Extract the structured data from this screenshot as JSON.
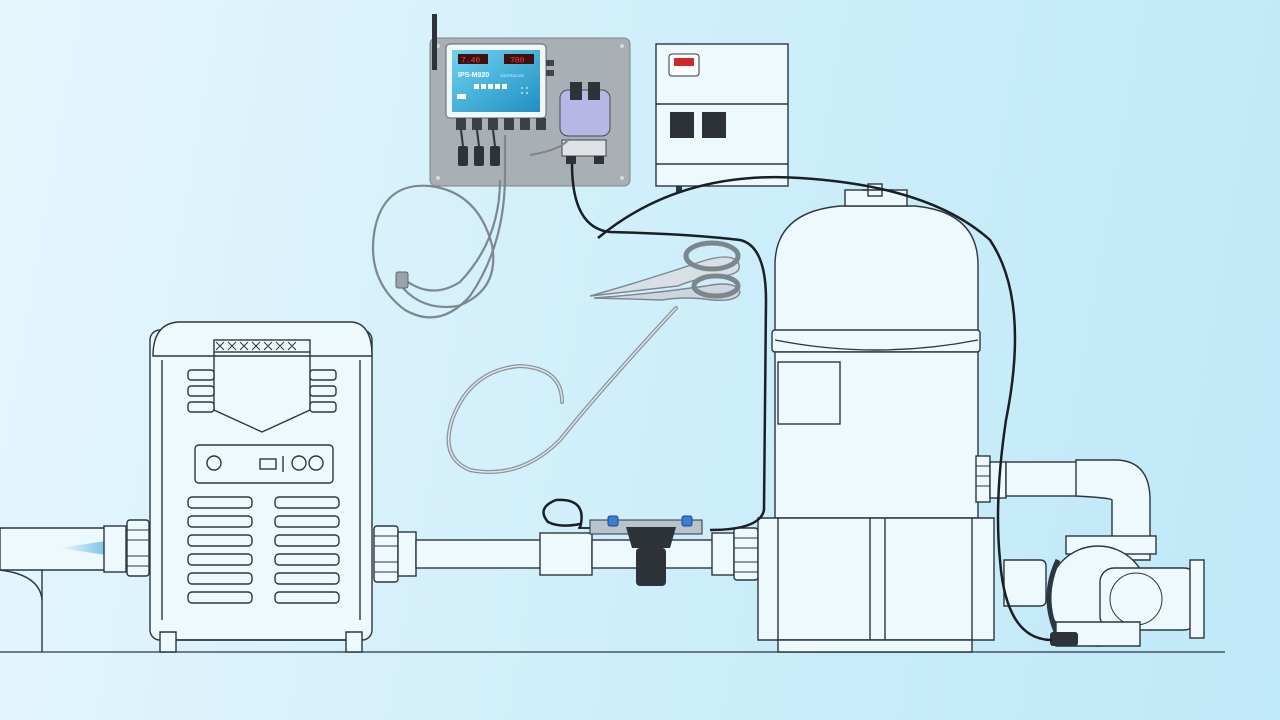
{
  "controller": {
    "model_label": "IPS-M920",
    "brand_label": "CONTROLLER",
    "display_left": "7.40",
    "display_right": "700"
  },
  "colors": {
    "background_start": "#e6f6fd",
    "background_end": "#bfe8f8",
    "line": "#2c3640",
    "panel": "#a9b0b5",
    "controller_screen": "#38b8de",
    "valve_blue": "#3a7fd6",
    "water_flow": "#5db4e6"
  },
  "components": {
    "heater": "pool-heater",
    "filter": "pool-filter-tank",
    "pump": "pool-pump",
    "controller": "chemistry-controller",
    "power_box": "electrical-box-with-timer",
    "flow_cell": "flow-cell-valve",
    "cable": "power-cord",
    "tool": "scissors-icon",
    "tubing": "sample-tubing"
  }
}
